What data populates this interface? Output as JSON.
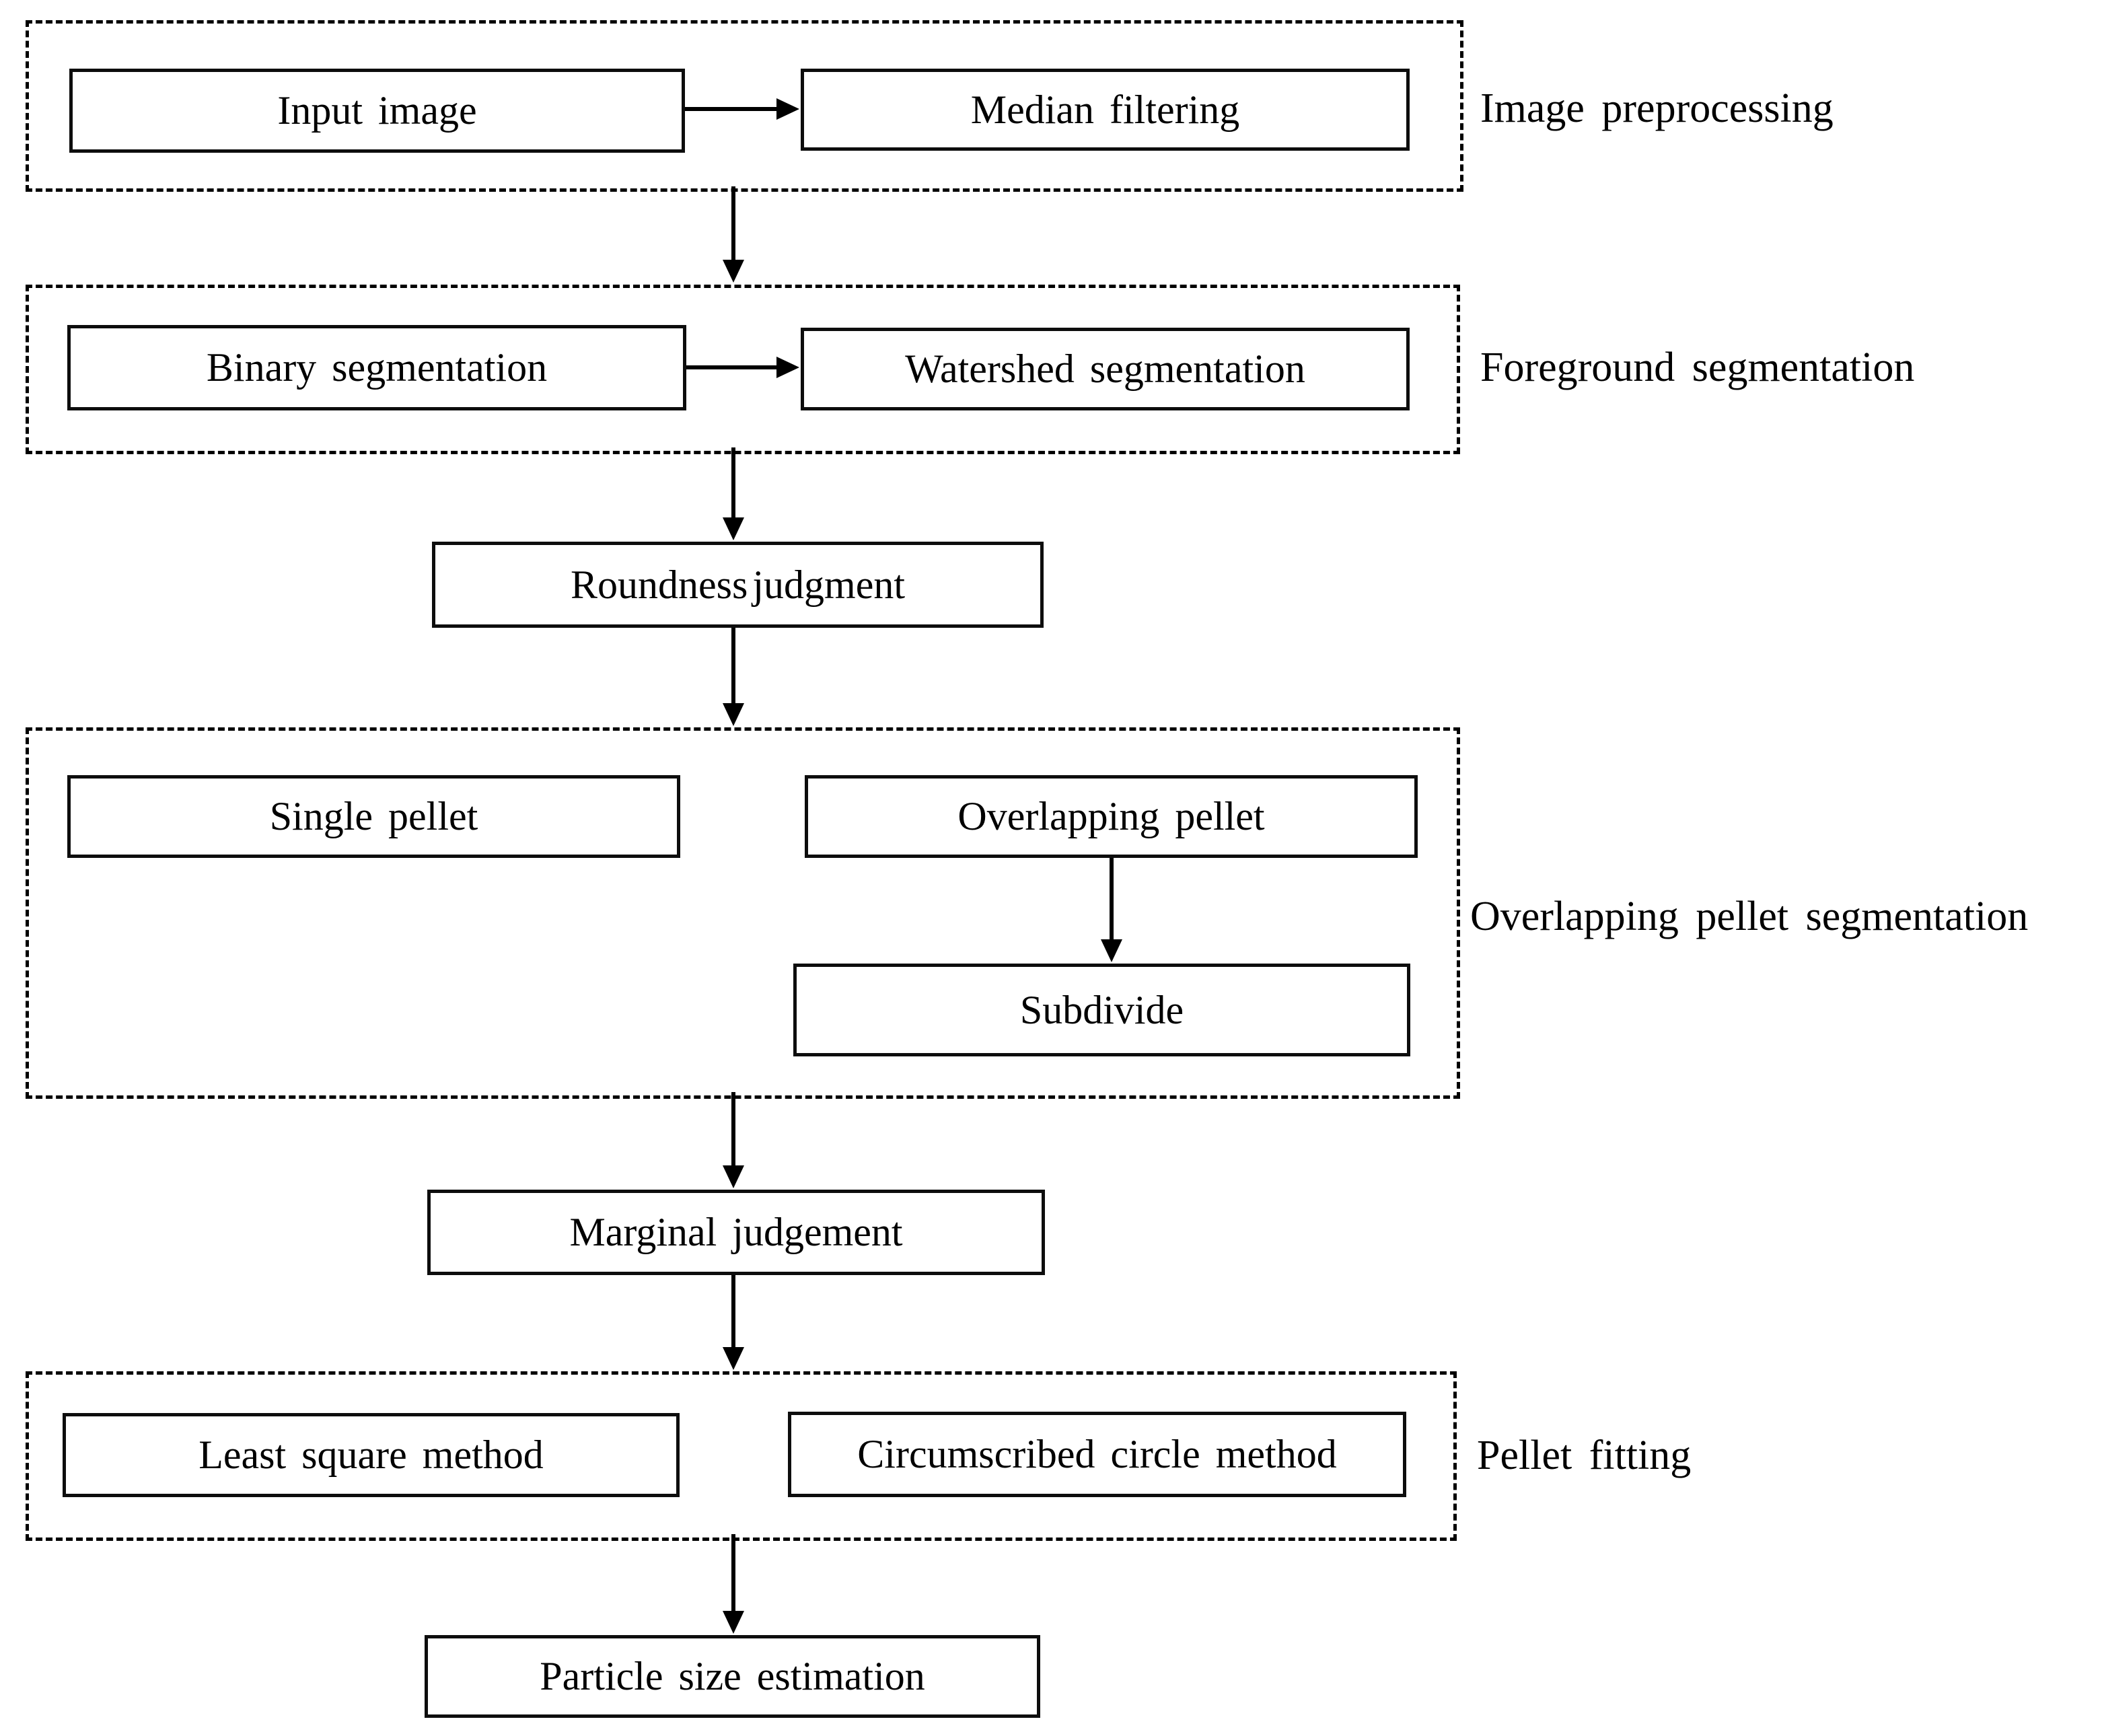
{
  "diagram": {
    "background_color": "#ffffff",
    "line_color": "#000000",
    "groups": [
      {
        "id": "image-preprocessing",
        "label": "Image preprocessing"
      },
      {
        "id": "foreground-segmentation",
        "label": "Foreground segmentation"
      },
      {
        "id": "overlapping-pellet-segmentation",
        "label": "Overlapping pellet segmentation"
      },
      {
        "id": "pellet-fitting",
        "label": "Pellet fitting"
      }
    ],
    "nodes": {
      "input_image": "Input image",
      "median_filtering": "Median filtering",
      "binary_segmentation": "Binary segmentation",
      "watershed_segmentation": "Watershed segmentation",
      "roundness_judgment": "Roundness judgment",
      "single_pellet": "Single pellet",
      "overlapping_pellet": "Overlapping pellet",
      "subdivide": "Subdivide",
      "marginal_judgement": "Marginal judgement",
      "least_square_method": "Least square method",
      "circumscribed_circle_method": "Circumscribed circle method",
      "particle_size_estimation": "Particle size estimation"
    },
    "edges": [
      {
        "from": "Input image",
        "to": "Median filtering",
        "direction": "right"
      },
      {
        "from": "Image preprocessing group",
        "to": "Foreground segmentation group",
        "direction": "down"
      },
      {
        "from": "Binary segmentation",
        "to": "Watershed segmentation",
        "direction": "right"
      },
      {
        "from": "Foreground segmentation group",
        "to": "Roundness judgment",
        "direction": "down"
      },
      {
        "from": "Roundness judgment",
        "to": "Overlapping pellet segmentation group",
        "direction": "down"
      },
      {
        "from": "Overlapping pellet",
        "to": "Subdivide",
        "direction": "down"
      },
      {
        "from": "Overlapping pellet segmentation group",
        "to": "Marginal judgement",
        "direction": "down"
      },
      {
        "from": "Marginal judgement",
        "to": "Pellet fitting group",
        "direction": "down"
      },
      {
        "from": "Pellet fitting group",
        "to": "Particle size estimation",
        "direction": "down"
      }
    ]
  }
}
